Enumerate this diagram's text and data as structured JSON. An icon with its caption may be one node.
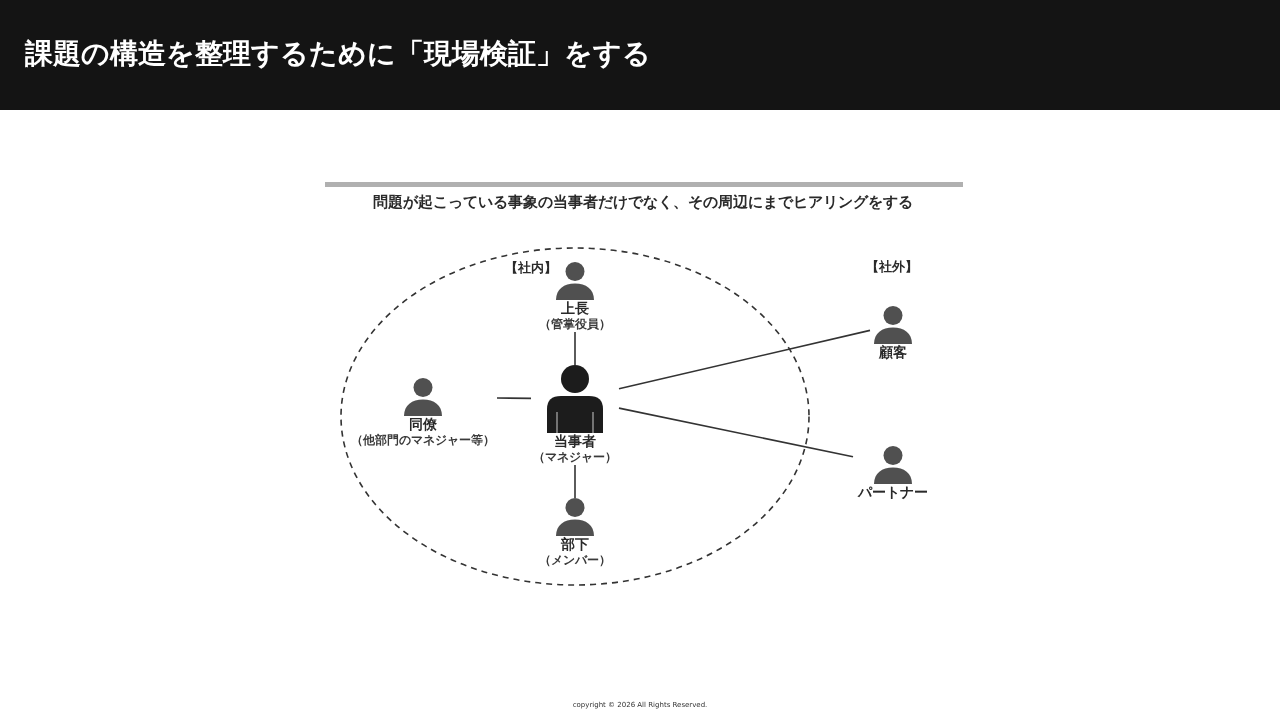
{
  "diagram": {
    "title": "課題の構造を整理するために「現場検証」をする",
    "nodes": [
      {
        "text": [
          "【社内】"
        ]
      },
      {
        "text": [
          "上長",
          "（管掌役員）"
        ],
        "in": 0
      },
      {
        "text": [
          "同僚",
          "（他部門のマネジャー等）"
        ],
        "in": 0
      },
      {
        "text": [
          "当事者",
          "（マネジャー）"
        ],
        "in": 0
      },
      {
        "text": [
          "部下",
          "（メンバー）"
        ],
        "in": 0
      },
      {
        "text": [
          "顧客"
        ]
      },
      {
        "text": [
          "パートナー"
        ]
      }
    ],
    "edges": [
      {
        "from": 3,
        "to": 1,
        "arrow": "none"
      },
      {
        "from": 3,
        "to": 2,
        "arrow": "none"
      },
      {
        "from": 3,
        "to": 4,
        "arrow": "none"
      },
      {
        "from": 3,
        "to": 5,
        "arrow": "none"
      },
      {
        "from": 3,
        "to": 6,
        "arrow": "none"
      }
    ],
    "labels": [
      "問題が起こっている事象の当事者だけでなく、その周辺にまでヒアリングをする",
      "【社外】",
      "copyright © 2026 All Rights Reserved."
    ]
  }
}
